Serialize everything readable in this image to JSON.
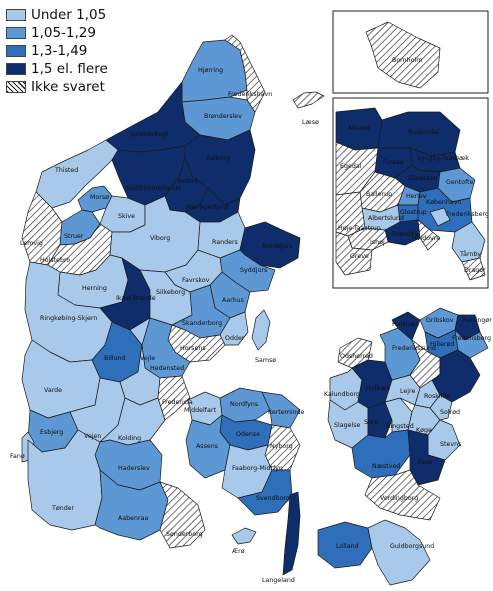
{
  "legend": {
    "items": [
      {
        "label": "Under 1,05",
        "category": "c1"
      },
      {
        "label": "1,05-1,29",
        "category": "c2"
      },
      {
        "label": "1,3-1,49",
        "category": "c3"
      },
      {
        "label": "1,5 el. flere",
        "category": "c4"
      },
      {
        "label": "Ikke svaret",
        "category": "none"
      }
    ]
  },
  "colors": {
    "c1": "#a9c9ea",
    "c2": "#5d97d4",
    "c3": "#2e6eba",
    "c4": "#0f2d6b",
    "none_bg": "#ffffff",
    "none_hatch": "#222222",
    "border": "#1a1a1a"
  },
  "inset_labels": {
    "bornholm": "Bornholm"
  },
  "municipalities": [
    {
      "name": "Hjørring",
      "category": "c2"
    },
    {
      "name": "Frederikshavn",
      "category": "none"
    },
    {
      "name": "Læsø",
      "category": "none"
    },
    {
      "name": "Brønderslev",
      "category": "c2"
    },
    {
      "name": "Jammerbugt",
      "category": "c4"
    },
    {
      "name": "Aalborg",
      "category": "c4"
    },
    {
      "name": "Thisted",
      "category": "c1"
    },
    {
      "name": "Morsø",
      "category": "c2"
    },
    {
      "name": "Vesthimmerlands",
      "category": "c4"
    },
    {
      "name": "Rebild",
      "category": "c4"
    },
    {
      "name": "Mariagerfjord",
      "category": "c4"
    },
    {
      "name": "Skive",
      "category": "c1"
    },
    {
      "name": "Lemvig",
      "category": "none"
    },
    {
      "name": "Struer",
      "category": "c2"
    },
    {
      "name": "Holstebro",
      "category": "none"
    },
    {
      "name": "Viborg",
      "category": "c1"
    },
    {
      "name": "Randers",
      "category": "c1"
    },
    {
      "name": "Norddjurs",
      "category": "c4"
    },
    {
      "name": "Syddjurs",
      "category": "c2"
    },
    {
      "name": "Favrskov",
      "category": "c1"
    },
    {
      "name": "Herning",
      "category": "c1"
    },
    {
      "name": "Ikast-Brande",
      "category": "c4"
    },
    {
      "name": "Silkeborg",
      "category": "c1"
    },
    {
      "name": "Aarhus",
      "category": "c2"
    },
    {
      "name": "Ringkøbing-Skjern",
      "category": "c1"
    },
    {
      "name": "Skanderborg",
      "category": "c2"
    },
    {
      "name": "Samsø",
      "category": "c1"
    },
    {
      "name": "Odder",
      "category": "c1"
    },
    {
      "name": "Horsens",
      "category": "none"
    },
    {
      "name": "Hedensted",
      "category": "c2"
    },
    {
      "name": "Billund",
      "category": "c3"
    },
    {
      "name": "Vejle",
      "category": "c1"
    },
    {
      "name": "Varde",
      "category": "c1"
    },
    {
      "name": "Esbjerg",
      "category": "c2"
    },
    {
      "name": "Fanø",
      "category": "c1"
    },
    {
      "name": "Vejen",
      "category": "c1"
    },
    {
      "name": "Kolding",
      "category": "c1"
    },
    {
      "name": "Fredericia",
      "category": "none"
    },
    {
      "name": "Middelfart",
      "category": "c1"
    },
    {
      "name": "Nordfyns",
      "category": "c2"
    },
    {
      "name": "Kerteminde",
      "category": "c2"
    },
    {
      "name": "Odense",
      "category": "c3"
    },
    {
      "name": "Assens",
      "category": "c2"
    },
    {
      "name": "Nyborg",
      "category": "none"
    },
    {
      "name": "Faaborg-Midtfyn",
      "category": "c1"
    },
    {
      "name": "Svendborg",
      "category": "c3"
    },
    {
      "name": "Haderslev",
      "category": "c2"
    },
    {
      "name": "Tønder",
      "category": "c1"
    },
    {
      "name": "Aabenraa",
      "category": "c2"
    },
    {
      "name": "Sønderborg",
      "category": "none"
    },
    {
      "name": "Ærø",
      "category": "c1"
    },
    {
      "name": "Langeland",
      "category": "c4"
    },
    {
      "name": "Lolland",
      "category": "c3"
    },
    {
      "name": "Guldborgsund",
      "category": "c1"
    },
    {
      "name": "Vordingborg",
      "category": "none"
    },
    {
      "name": "Næstved",
      "category": "c3"
    },
    {
      "name": "Faxe",
      "category": "c4"
    },
    {
      "name": "Stevns",
      "category": "c1"
    },
    {
      "name": "Køge",
      "category": "c1"
    },
    {
      "name": "Ringsted",
      "category": "c1"
    },
    {
      "name": "Sorø",
      "category": "c4"
    },
    {
      "name": "Slagelse",
      "category": "c1"
    },
    {
      "name": "Kalundborg",
      "category": "c1"
    },
    {
      "name": "Holbæk",
      "category": "c4"
    },
    {
      "name": "Odsherred",
      "category": "none"
    },
    {
      "name": "Lejre",
      "category": "c1"
    },
    {
      "name": "Roskilde",
      "category": "c1"
    },
    {
      "name": "Solrød",
      "category": "c1"
    },
    {
      "name": "Frederikssund",
      "category": "c2"
    },
    {
      "name": "Halsnæs",
      "category": "c4"
    },
    {
      "name": "Gribskov",
      "category": "c2"
    },
    {
      "name": "Helsingør",
      "category": "c4"
    },
    {
      "name": "Hillerød",
      "category": "c3"
    },
    {
      "name": "Fredensborg",
      "category": "c2"
    },
    {
      "name": "Allerød",
      "category": "c4"
    },
    {
      "name": "Rudersdal",
      "category": "c4"
    },
    {
      "name": "Egedal",
      "category": "none"
    },
    {
      "name": "Furesø",
      "category": "c4"
    },
    {
      "name": "Lyngby-Taarbæk",
      "category": "c4"
    },
    {
      "name": "Gladsaxe",
      "category": "c4"
    },
    {
      "name": "Gentofte",
      "category": "c2"
    },
    {
      "name": "Ballerup",
      "category": "none"
    },
    {
      "name": "Herlev",
      "category": "c2"
    },
    {
      "name": "København",
      "category": "c3"
    },
    {
      "name": "Frederiksberg",
      "category": "c1"
    },
    {
      "name": "Albertslund",
      "category": "c1"
    },
    {
      "name": "Glostrup",
      "category": "c3"
    },
    {
      "name": "Brøndby",
      "category": "c4"
    },
    {
      "name": "Høje-Taastrup",
      "category": "none"
    },
    {
      "name": "Ishøj",
      "category": "none"
    },
    {
      "name": "Hvidovre",
      "category": "none"
    },
    {
      "name": "Greve",
      "category": "none"
    },
    {
      "name": "Tårnby",
      "category": "c1"
    },
    {
      "name": "Dragør",
      "category": "none"
    },
    {
      "name": "Bornholm",
      "category": "none"
    }
  ]
}
